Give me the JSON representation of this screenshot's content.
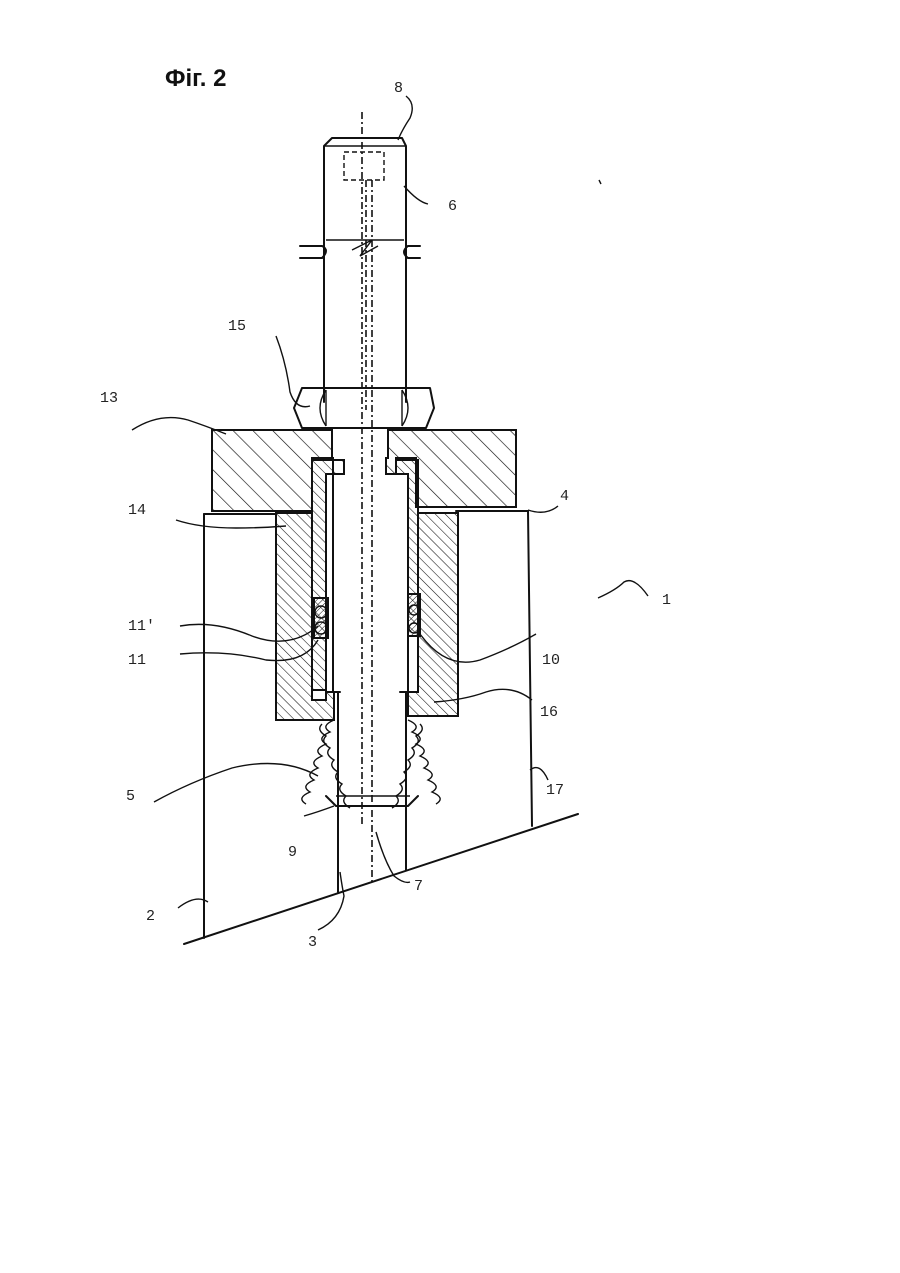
{
  "figure": {
    "title": "Фіг. 2",
    "labels": {
      "l1": "1",
      "l2": "2",
      "l3": "3",
      "l4": "4",
      "l5": "5",
      "l6": "6",
      "l7": "7",
      "l8": "8",
      "l9": "9",
      "l10": "10",
      "l11": "11",
      "l11p": "11'",
      "l13": "13",
      "l14": "14",
      "l15": "15",
      "l16": "16",
      "l17": "17"
    }
  },
  "colors": {
    "ink": "#111111",
    "paper": "#ffffff"
  }
}
